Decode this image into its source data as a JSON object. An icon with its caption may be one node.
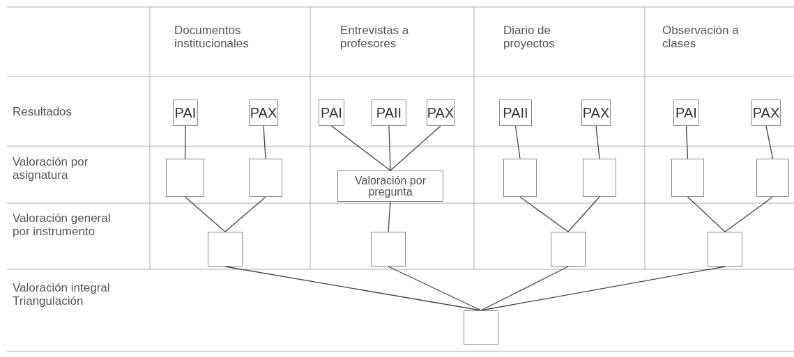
{
  "diagram": {
    "nodes": [
      {
        "text": [
          "PAI"
        ]
      },
      {
        "text": [
          "PAX"
        ]
      },
      {
        "text": [
          "PAI"
        ]
      },
      {
        "text": [
          "PAII"
        ]
      },
      {
        "text": [
          "PAX"
        ]
      },
      {
        "text": [
          "PAII"
        ]
      },
      {
        "text": [
          "PAX"
        ]
      },
      {
        "text": [
          "PAI"
        ]
      },
      {
        "text": [
          "PAX"
        ]
      },
      {
        "text": [],
        "shape": "box"
      },
      {
        "text": [],
        "shape": "box"
      },
      {
        "text": [
          "Valoración por pregunta"
        ]
      },
      {
        "text": [],
        "shape": "box"
      },
      {
        "text": [],
        "shape": "box"
      },
      {
        "text": [],
        "shape": "box"
      },
      {
        "text": [],
        "shape": "box"
      },
      {
        "text": [],
        "shape": "box"
      },
      {
        "text": [],
        "shape": "box"
      },
      {
        "text": [],
        "shape": "box"
      },
      {
        "text": [],
        "shape": "box"
      },
      {
        "text": [],
        "shape": "box"
      }
    ],
    "edges": [
      {
        "from": 0,
        "to": 9,
        "arrow": "none"
      },
      {
        "from": 1,
        "to": 10,
        "arrow": "none"
      },
      {
        "from": 2,
        "to": 11,
        "arrow": "none"
      },
      {
        "from": 3,
        "to": 11,
        "arrow": "none"
      },
      {
        "from": 4,
        "to": 11,
        "arrow": "none"
      },
      {
        "from": 5,
        "to": 12,
        "arrow": "none"
      },
      {
        "from": 6,
        "to": 13,
        "arrow": "none"
      },
      {
        "from": 7,
        "to": 14,
        "arrow": "none"
      },
      {
        "from": 8,
        "to": 15,
        "arrow": "none"
      },
      {
        "from": 9,
        "to": 16,
        "arrow": "none"
      },
      {
        "from": 10,
        "to": 16,
        "arrow": "none"
      },
      {
        "from": 11,
        "to": 17,
        "arrow": "none"
      },
      {
        "from": 12,
        "to": 18,
        "arrow": "none"
      },
      {
        "from": 13,
        "to": 18,
        "arrow": "none"
      },
      {
        "from": 14,
        "to": 19,
        "arrow": "none"
      },
      {
        "from": 15,
        "to": 19,
        "arrow": "none"
      },
      {
        "from": 16,
        "to": 20,
        "arrow": "none"
      },
      {
        "from": 17,
        "to": 20,
        "arrow": "none"
      },
      {
        "from": 18,
        "to": 20,
        "arrow": "none"
      },
      {
        "from": 19,
        "to": 20,
        "arrow": "none"
      }
    ],
    "labels": [
      "Documentos institucionales",
      "Entrevistas a profesores",
      "Diario de proyectos",
      "Observación a clases",
      "Resultados",
      "Valoración por asignatura",
      "Valoración general por instrumento",
      "Valoración integral Triangulación"
    ]
  }
}
